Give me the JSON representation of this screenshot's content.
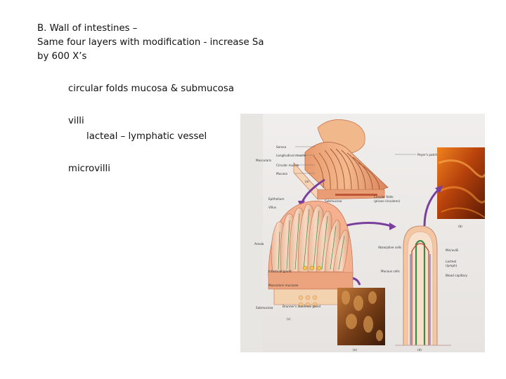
{
  "heading": {
    "line1": "B. Wall of intestines –",
    "line2": "Same four layers with modification - increase Sa",
    "line3": "by 600 X’s"
  },
  "points": {
    "circular_folds": "circular folds mucosa & submucosa",
    "villi": "villi",
    "lacteal": "lacteal – lymphatic vessel",
    "microvilli": "microvilli"
  },
  "figure": {
    "labels": {
      "serosa": "Serosa",
      "longitudinal_muscle": "Longitudinal muscle",
      "muscularis": "Muscularis",
      "circular_muscle": "Circular muscle",
      "mucosa": "Mucosa",
      "peyers_patch": "Peyer's patch",
      "submucosa": "Submucosa",
      "circular_folds": "Circular folds",
      "plicae_circulares": "(plicae circulares)",
      "panel_a": "(a)",
      "epithelium": "Epithelium",
      "villus": "Villus",
      "panel_b": "(b)",
      "areola": "Areola",
      "absorptive_cells": "Absorptive cells",
      "microvilli": "Microvilli",
      "lacteal": "Lacteal",
      "lymph": "(lymph)",
      "intestinal_gland": "Intestinal gland",
      "muscularis_mucosae": "Muscularis mucosae",
      "mucous_cells": "Mucous cells",
      "blood_capillary": "Blood capillary",
      "brunners_gland": "Brunner's duodenal gland",
      "submucosa_2": "Submucosa",
      "panel_c": "(c)",
      "panel_d": "(d)",
      "panel_e": "(e)"
    }
  }
}
